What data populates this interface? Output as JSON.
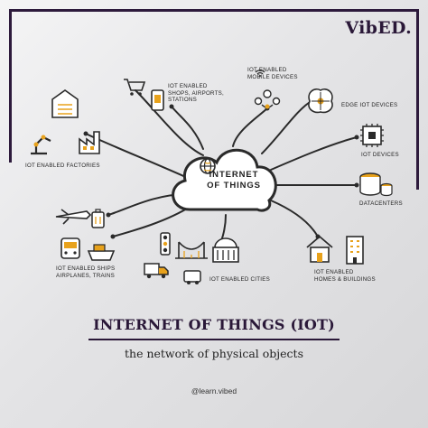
{
  "brand": "VibED.",
  "hub": {
    "label": "INTERNET\nOF THINGS"
  },
  "nodes": {
    "shops": "IoT ENABLED\nSHOPS, AIRPORTS,\nSTATIONS",
    "mobile": "IoT ENABLED\nMOBILE DEVICES",
    "edge": "EDGE IoT DEVICES",
    "iot_devices": "IoT DEVICES",
    "datacenters": "DATACENTERS",
    "homes": "IoT ENABLED\nHOMES & BUILDINGS",
    "cities": "IoT ENABLED CITIES",
    "ships": "IoT ENABLED SHIPS\nAIRPLANES, TRAINS",
    "factories": "IoT ENABLED FACTORIES"
  },
  "footer": {
    "title": "INTERNET OF THINGS (IOT)",
    "subtitle": "the network of physical objects",
    "handle": "@learn.vibed"
  },
  "colors": {
    "accent": "#2a1838",
    "highlight": "#e8a21c",
    "line": "#2a2a2a"
  }
}
